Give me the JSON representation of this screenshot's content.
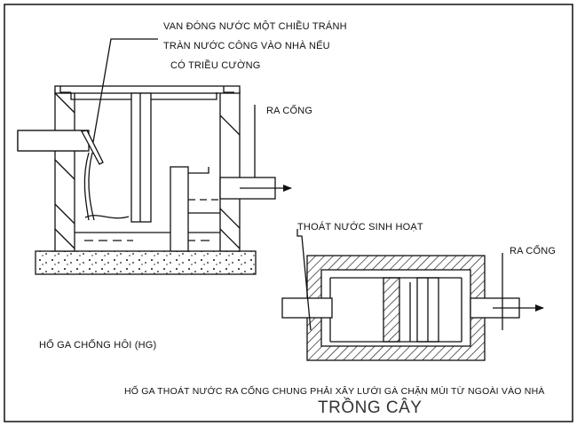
{
  "valve_note": {
    "line1": "VAN ĐÓNG NƯỚC MỘT CHIỀU TRÁNH",
    "line2": "TRÀN NƯỚC CÔNG VÀO NHÀ NẾU",
    "line3": "CÓ TRIỀU CƯỜNG"
  },
  "outlet_label_top": "RA CỐNG",
  "outlet_label_plan": "RA CỐNG",
  "domestic_drain_label": "THOÁT NƯỚC SINH HOẠT",
  "section_title": "HỐ GA CHỐNG HÔI (HG)",
  "footnote": "HỐ GA THOÁT NƯỚC RA CỐNG CHUNG PHẢI XÂY LƯỚI GÀ CHẶN MÙI TỪ NGOÀI VÀO NHÀ",
  "planting_label": "TRỒNG CÂY",
  "colors": {
    "line": "#111111",
    "background": "#ffffff"
  }
}
